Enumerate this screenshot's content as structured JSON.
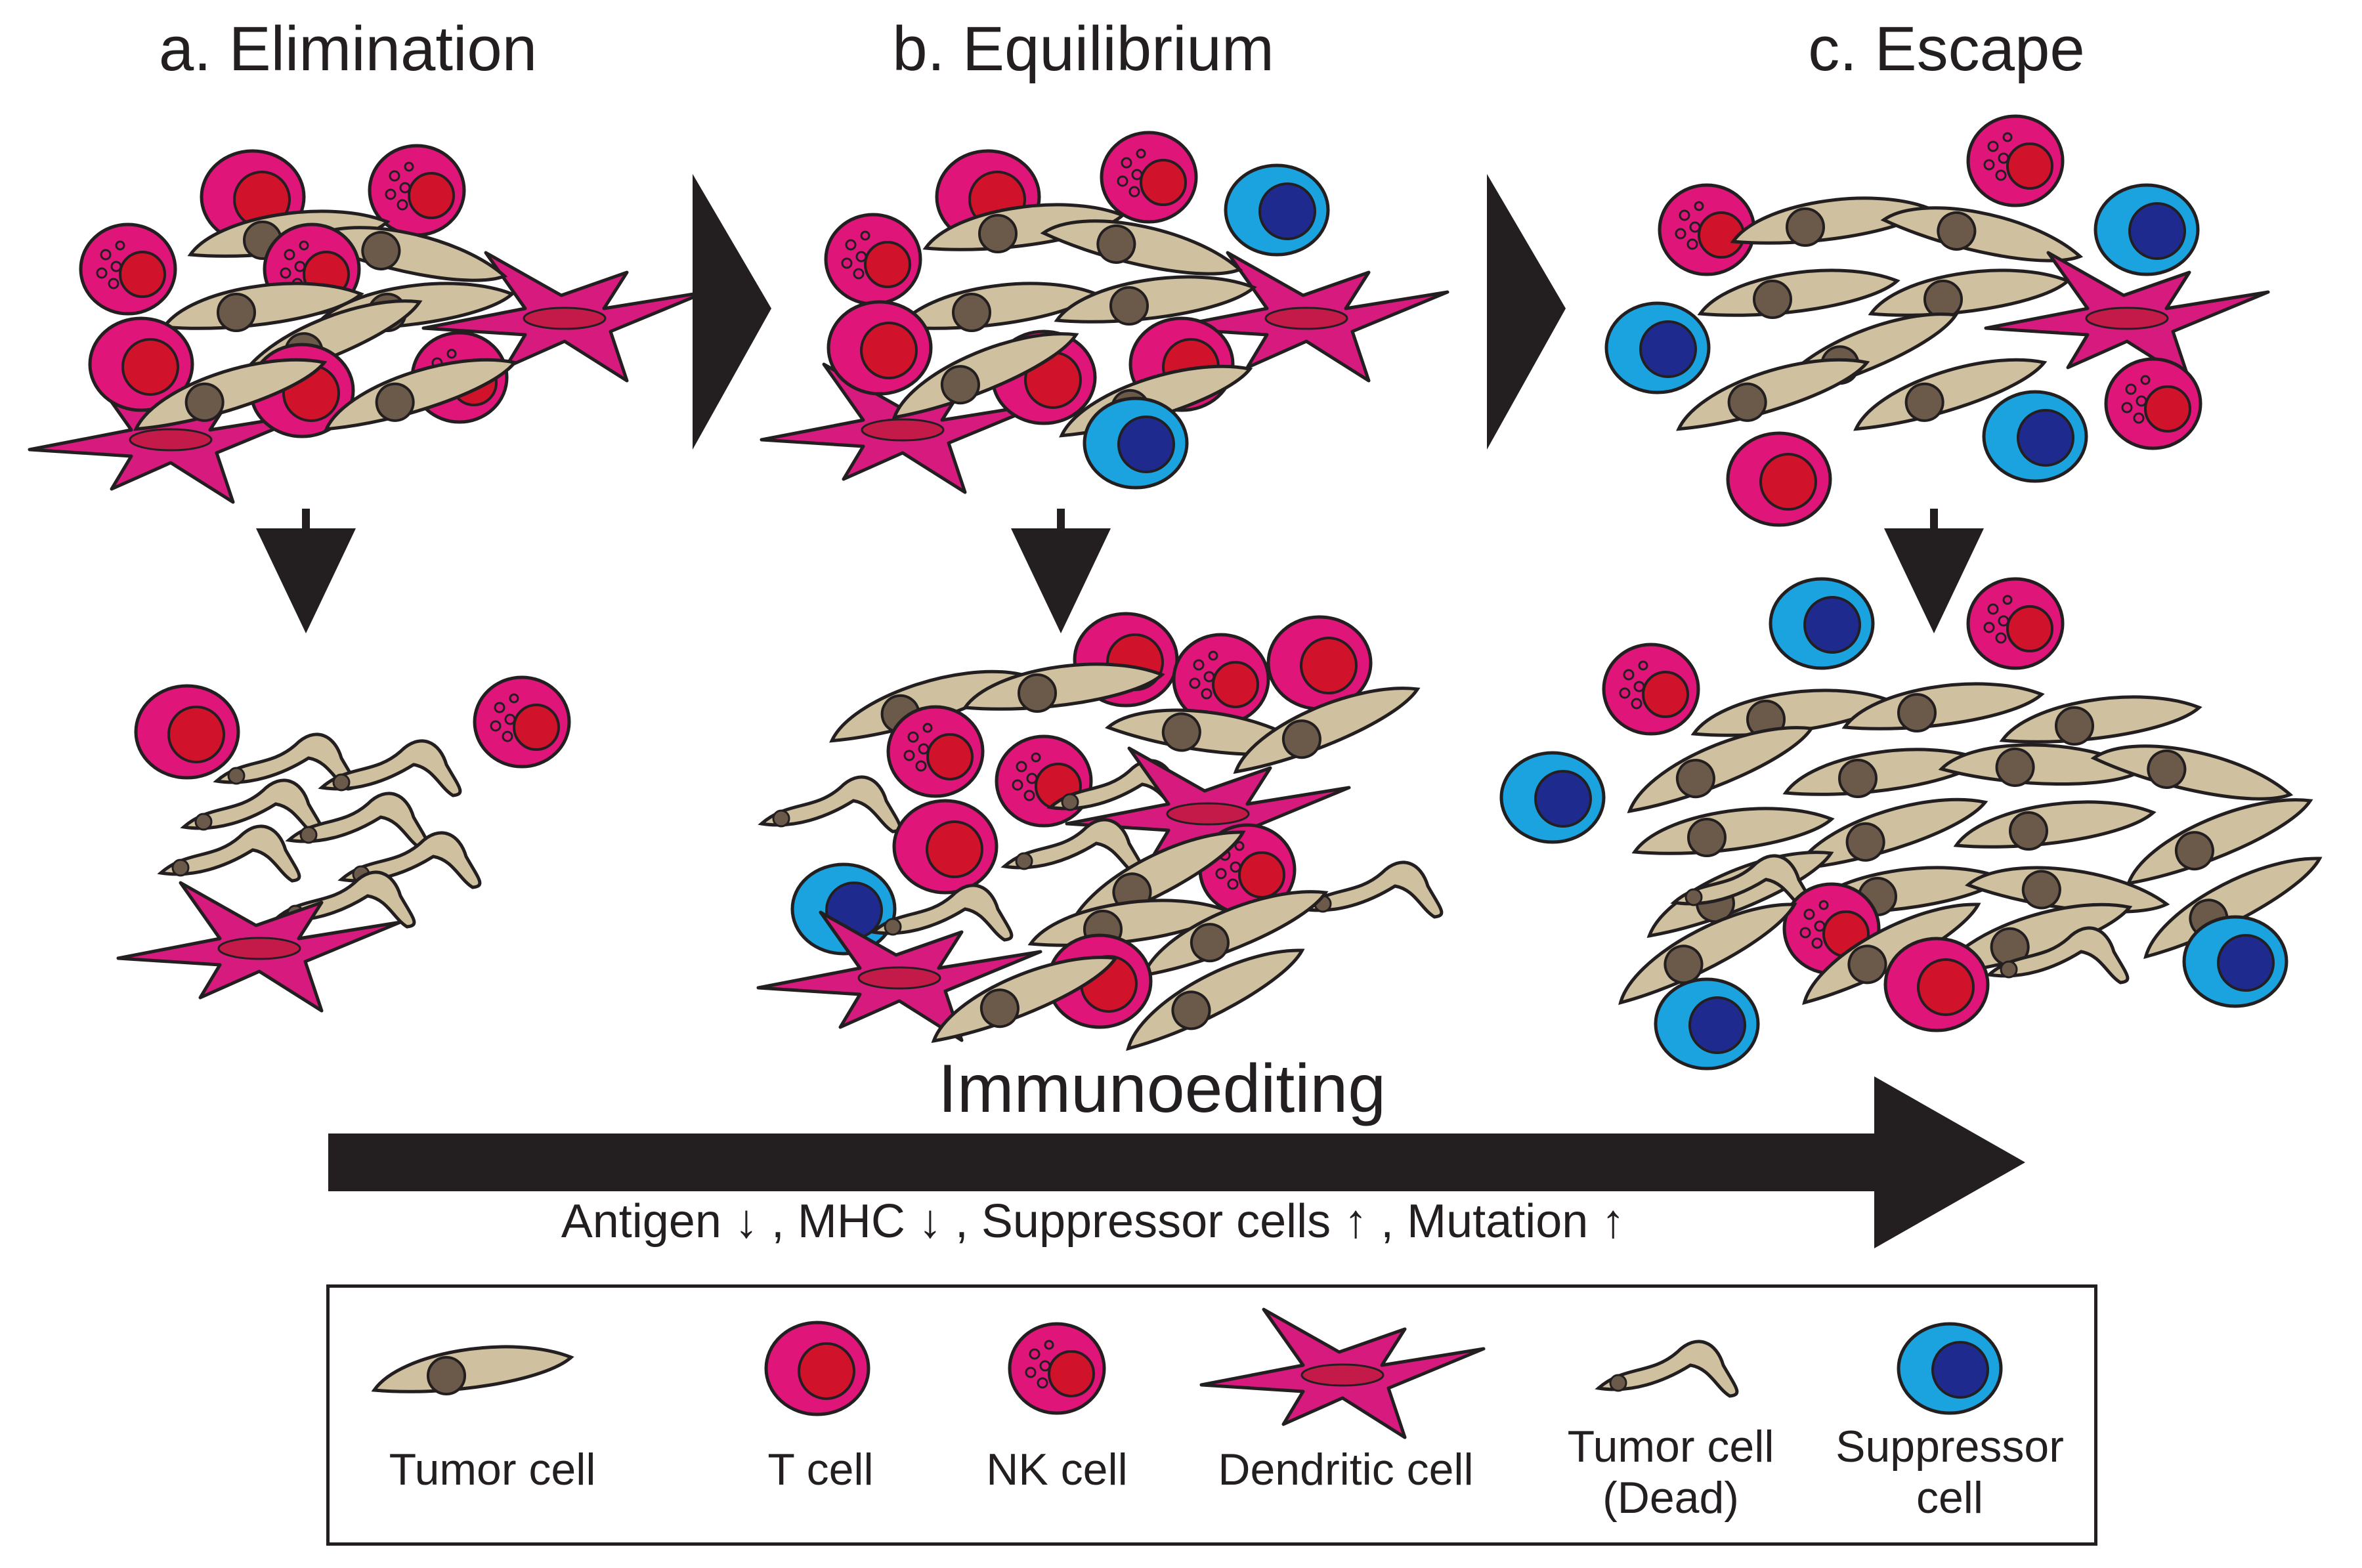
{
  "stages": [
    {
      "title": "a. Elimination"
    },
    {
      "title": "b. Equilibrium"
    },
    {
      "title": "c. Escape"
    }
  ],
  "process_label": "Immunoediting",
  "changes": "Antigen ↓ , MHC ↓ , Suppressor cells ↑ , Mutation ↑",
  "legend": {
    "tumor_cell": "Tumor cell",
    "t_cell": "T cell",
    "nk_cell": "NK cell",
    "dendritic_cell": "Dendritic cell",
    "dead_line1": "Tumor cell",
    "dead_line2": "(Dead)",
    "suppressor_line1": "Suppressor",
    "suppressor_line2": "cell"
  },
  "colors": {
    "tumor_fill": "#cfc09f",
    "tumor_nucleus": "#6b5a4a",
    "t_cell_fill": "#e0157a",
    "t_cell_nucleus": "#d0122b",
    "suppressor_fill": "#1ba3e0",
    "suppressor_nucleus": "#1f2a8f",
    "outline": "#231f20",
    "arrow": "#231f20"
  }
}
